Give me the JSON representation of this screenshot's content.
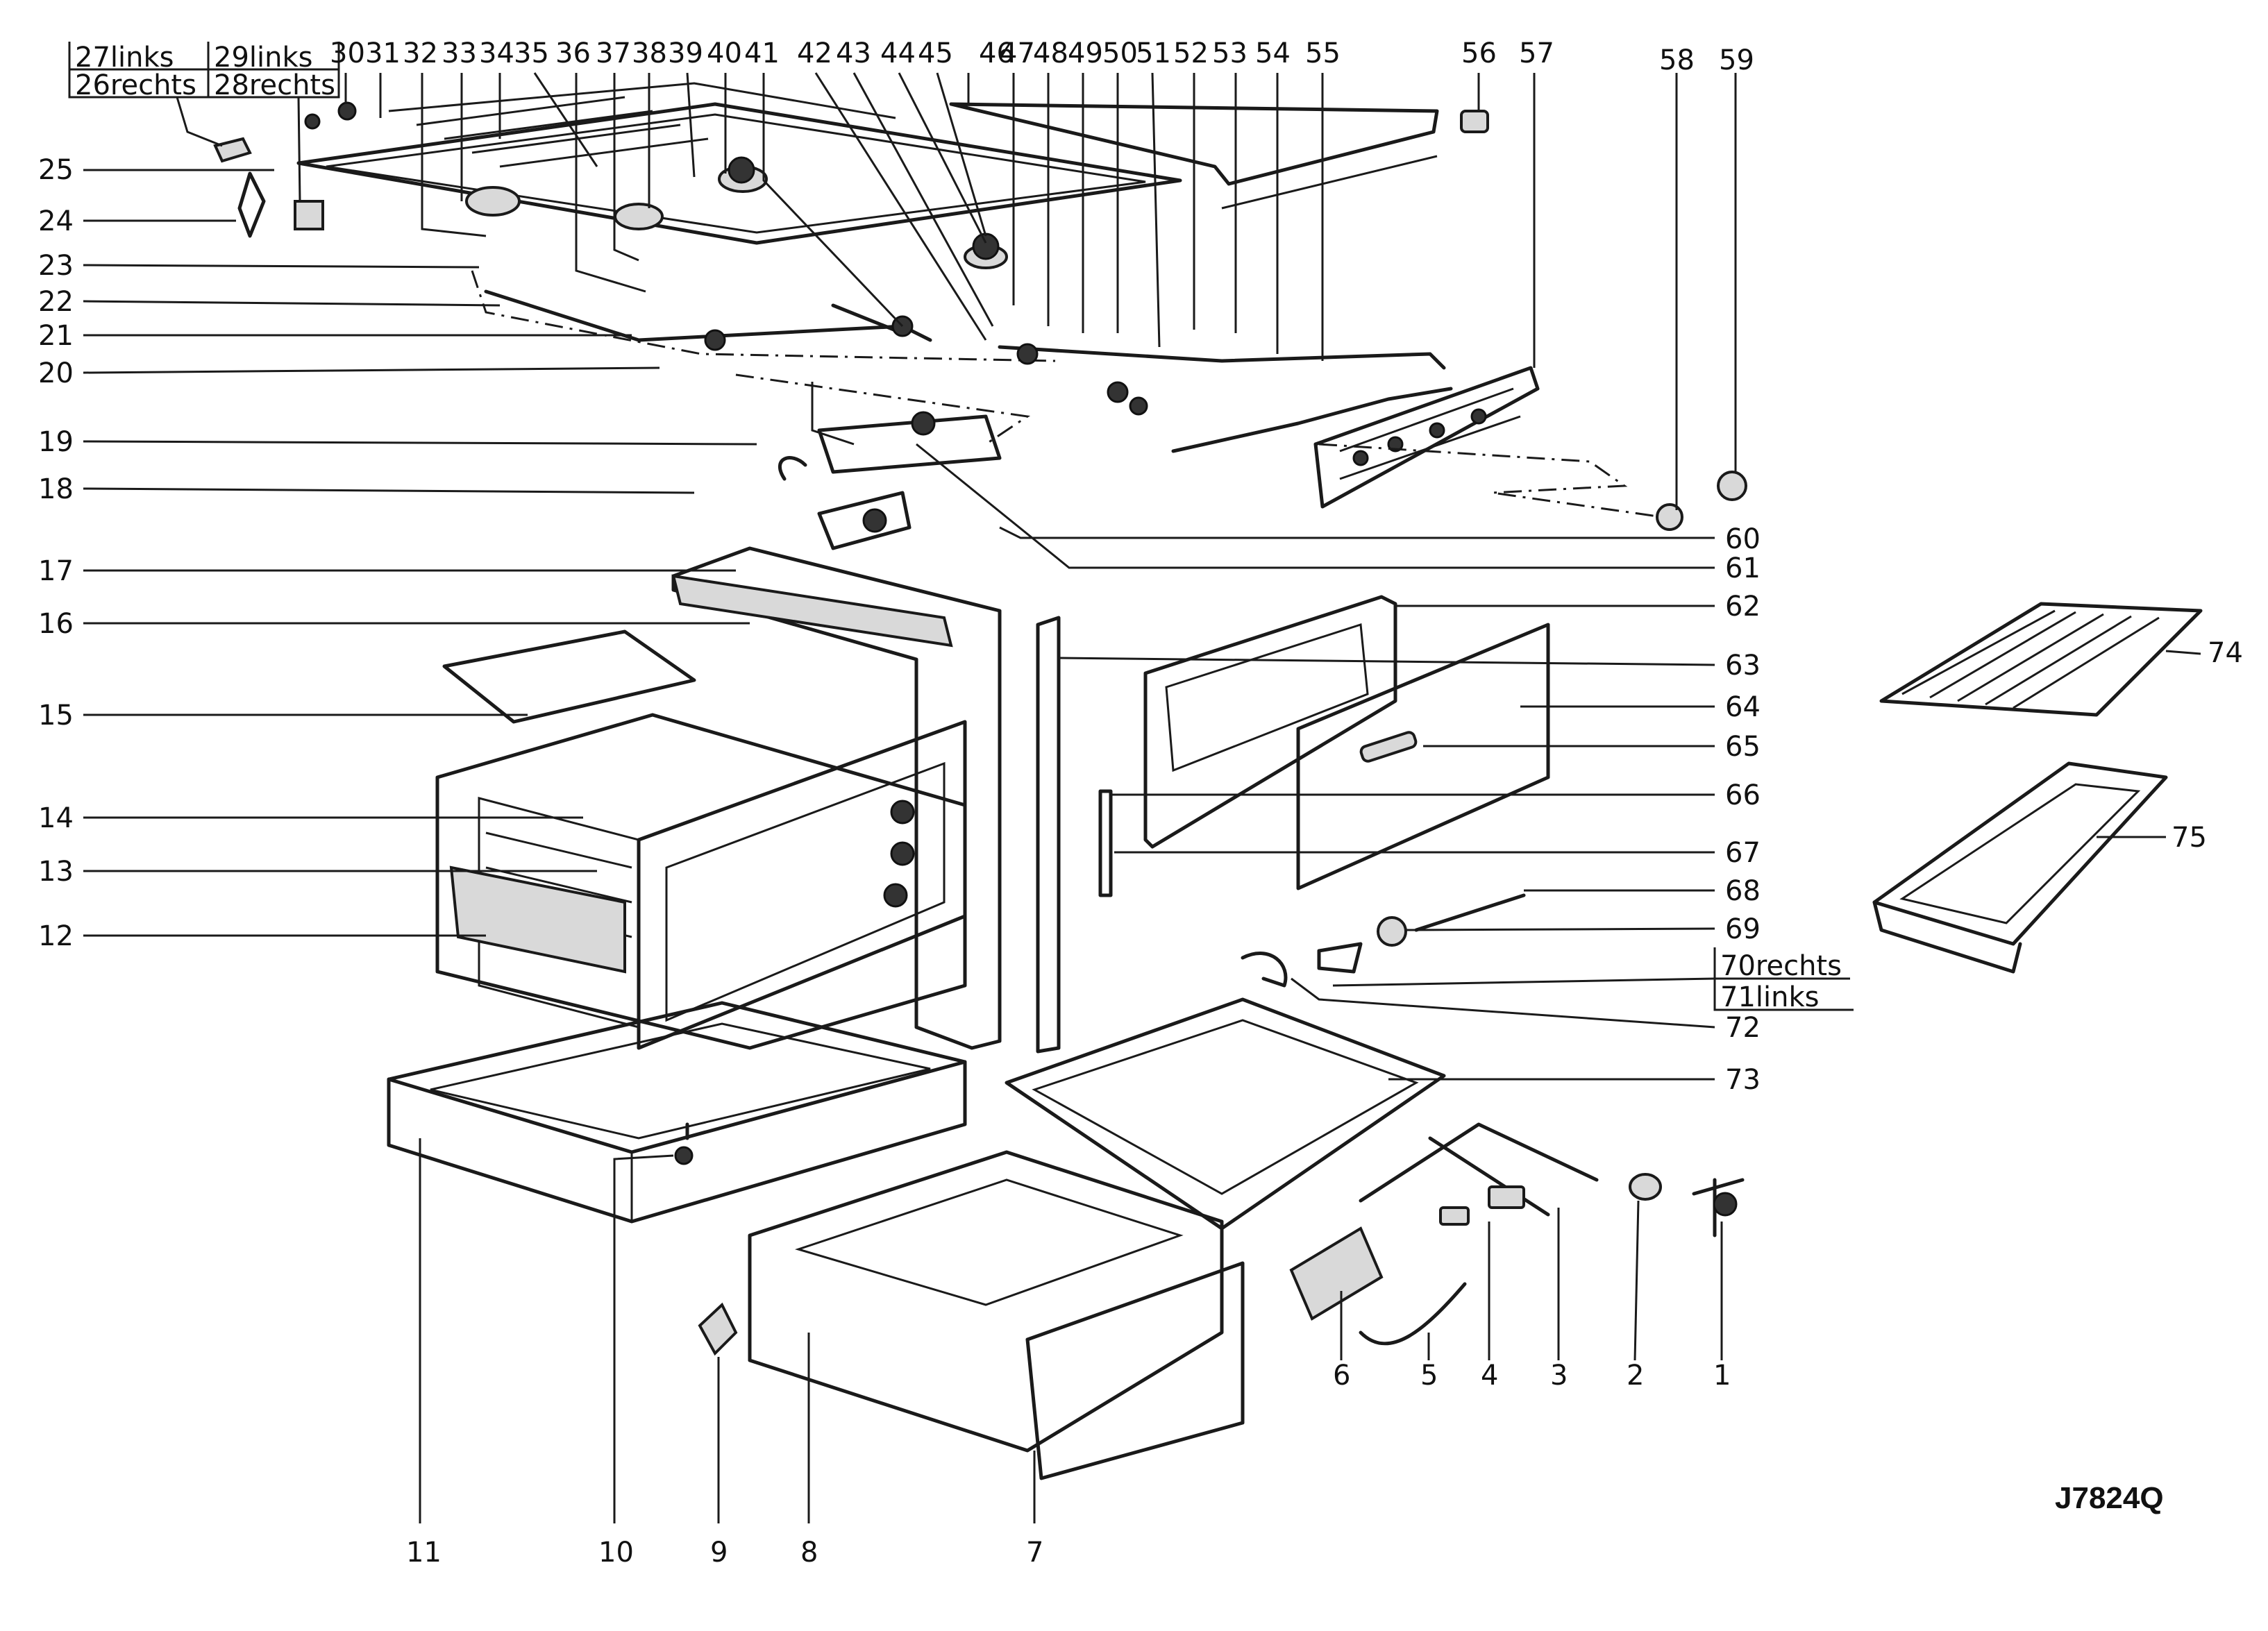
{
  "diagram": {
    "drawing_code": "J7824Q",
    "variant_labels": {
      "l27": "27links",
      "l26": "26rechts",
      "l29": "29links",
      "l28": "28rechts",
      "l70": "70rechts",
      "l71": "71links"
    },
    "top_numbers": [
      "30",
      "31",
      "32",
      "33",
      "34",
      "35",
      "36",
      "37",
      "38",
      "39",
      "40",
      "41",
      "42",
      "43",
      "44",
      "45",
      "46",
      "47",
      "48",
      "49",
      "50",
      "51",
      "52",
      "53",
      "54",
      "55",
      "56",
      "57",
      "58",
      "59"
    ],
    "left_numbers": [
      "25",
      "24",
      "23",
      "22",
      "21",
      "20",
      "19",
      "18",
      "17",
      "16",
      "15",
      "14",
      "13",
      "12"
    ],
    "right_numbers": [
      "60",
      "61",
      "62",
      "63",
      "64",
      "65",
      "66",
      "67",
      "68",
      "69",
      "72",
      "73",
      "74",
      "75"
    ],
    "bottom_numbers": [
      "11",
      "10",
      "9",
      "8",
      "7",
      "6",
      "5",
      "4",
      "3",
      "2",
      "1"
    ]
  }
}
